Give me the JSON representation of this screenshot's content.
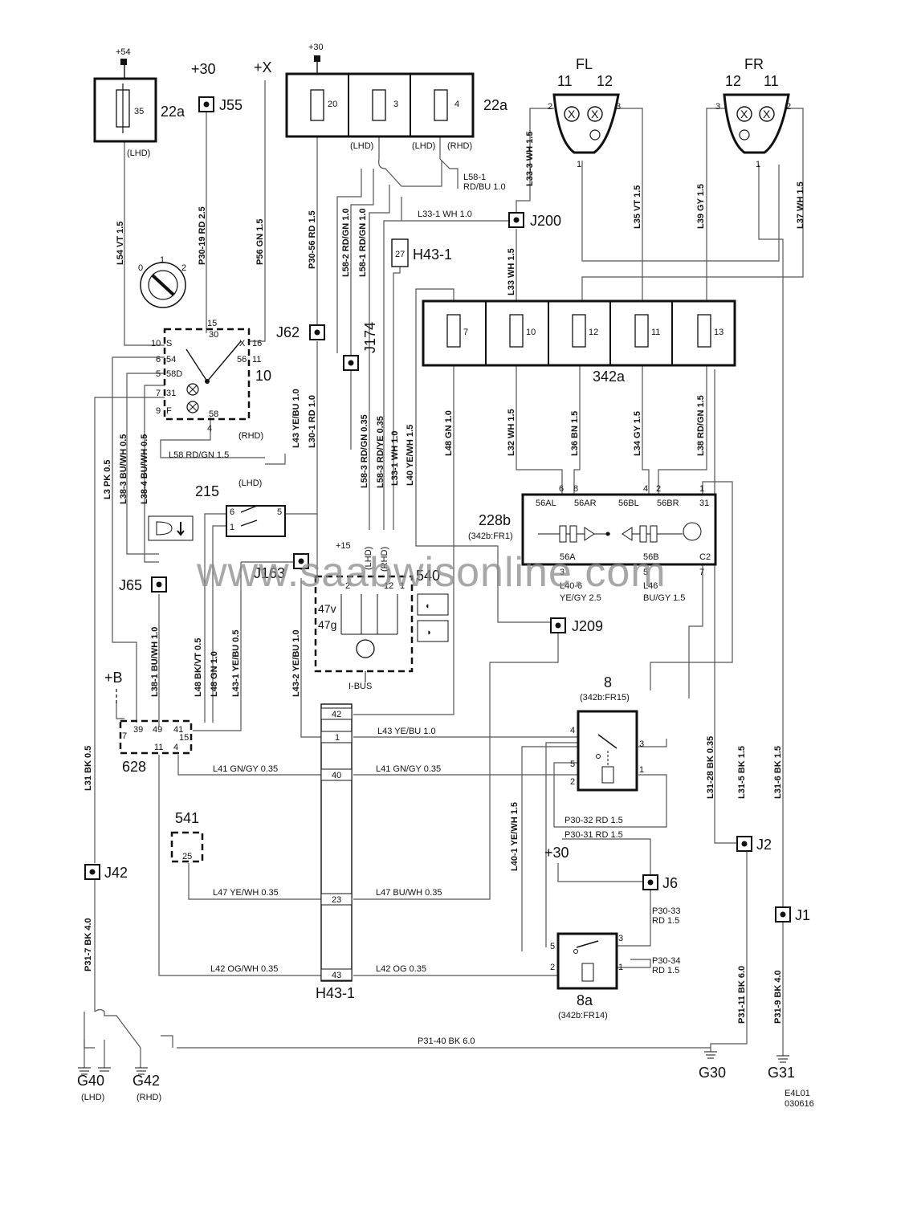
{
  "supplies": {
    "plus54": "+54",
    "plus30_a": "+30",
    "plusX": "+X",
    "plus30_b": "+30",
    "plus15": "+15",
    "plusB": "+B",
    "plus30_c": "+30"
  },
  "components": {
    "fusebox_22a_left": "22a",
    "fusebox_22a_right": "22a",
    "fuse_35": "35",
    "fuse_20": "20",
    "fuse_3": "3",
    "fuse_4": "4",
    "lhd_a": "(LHD)",
    "lhd_b": "(LHD)",
    "rhd_a": "(RHD)",
    "fusebox_342a": "342a",
    "fuse_7": "7",
    "fuse_10": "10",
    "fuse_12": "12",
    "fuse_11": "11",
    "fuse_13": "13",
    "switch_10": "10",
    "switch_215": "215",
    "unit_540": "540",
    "unit_628": "628",
    "unit_541": "541",
    "unit_228b": "228b",
    "unit_228b_ref": "(342b:FR1)",
    "relay_8": "8",
    "relay_8_ref": "(342b:FR15)",
    "relay_8a": "8a",
    "relay_8a_ref": "(342b:FR14)",
    "connector_h43": "H43-1",
    "connector_h43_top": "H43-1",
    "lamp_fl": "FL",
    "lamp_fr": "FR",
    "ibus": "I-BUS"
  },
  "lamp_pins": {
    "fl_11": "11",
    "fl_12": "12",
    "fr_12": "12",
    "fr_11": "11",
    "fl_2": "2",
    "fl_3": "3",
    "fl_1": "1",
    "fr_3": "3",
    "fr_2": "2",
    "fr_1": "1"
  },
  "switch_pins": {
    "p15": "15",
    "p30": "30",
    "p10": "10",
    "s": "S",
    "px": "X",
    "p16": "16",
    "p6": "6",
    "p54": "54",
    "p56": "56",
    "p11": "11",
    "p5": "5",
    "p58d": "58D",
    "p7": "7",
    "p31": "31",
    "p9": "9",
    "f": "F",
    "p58": "58",
    "p4": "4",
    "k0": "0",
    "k1": "1",
    "k2": "2"
  },
  "junctions": {
    "j55": "J55",
    "j200": "J200",
    "j62": "J62",
    "j174": "J174",
    "j163": "J163",
    "j65": "J65",
    "j209": "J209",
    "j42": "J42",
    "j2": "J2",
    "j6": "J6",
    "j1": "J1",
    "h43_27": "27",
    "h43_lbl": "H43-1"
  },
  "wires_v": {
    "l54": "L54 VT 1.5",
    "p30_19": "P30-19 RD 2.5",
    "p56": "P56 GN 1.5",
    "p30_56": "P30-56 RD 1.5",
    "l58_2": "L58-2 RD/GN 1.0",
    "l58_1": "L58-1 RD/GN 1.0",
    "l33_3": "L33-3 WH 1.5",
    "l33": "L33 WH 1.5",
    "l35": "L35 VT 1.5",
    "l39": "L39 GY 1.5",
    "l37": "L37 WH 1.5",
    "l43": "L43 YE/BU 1.0",
    "l30_1": "L30-1 RD 1.0",
    "l58_3a": "L58-3 RD/GN 0.35",
    "l58_3b": "L58-3 RD/YE 0.35",
    "l33_1v": "L33-1 WH 1.0",
    "l40": "L40 YE/WH 1.5",
    "l48": "L48 GN 1.0",
    "l32": "L32 WH 1.5",
    "l36": "L36 BN 1.5",
    "l34": "L34 GY 1.5",
    "l38": "L38 RD/GN 1.5",
    "l3": "L3 PK 0.5",
    "l38_3": "L38-3 BU/WH 0.5",
    "l38_4": "L38-4 BU/WH 0.5",
    "l38_1": "L38-1 BU/WH 1.0",
    "l48a": "L48 BK/VT 0.5",
    "l48b": "L48 GN 1.0",
    "l43_1": "L43-1 YE/BU 0.5",
    "l43_2": "L43-2 YE/BU 1.0",
    "l40_1": "L40-1 YE/WH 1.5",
    "l31": "L31 BK 0.5",
    "p31_7": "P31-7 BK 4.0",
    "l31_28": "L31-28 BK 0.35",
    "l31_5": "L31-5 BK 1.5",
    "l31_6": "L31-6 BK 1.5",
    "p31_11": "P31-11 BK 6.0",
    "p31_9": "P31-9 BK 4.0"
  },
  "wires_h": {
    "l58_1h1": "L58-1",
    "l58_1h2": "RD/BU 1.0",
    "l33_1h": "L33-1 WH 1.0",
    "l58h": "L58 RD/GN 1.5",
    "rhd_b": "(RHD)",
    "lhd_c": "(LHD)",
    "lhd_v": "(LHD)",
    "rhd_v": "(RHD)",
    "l40_6a": "L40-6",
    "l40_6b": "YE/GY 2.5",
    "l46a": "L46",
    "l46b": "BU/GY 1.5",
    "l43_h": "L43 YE/BU 1.0",
    "l41_a": "L41 GN/GY 0.35",
    "l41_b": "L41 GN/GY 0.35",
    "p30_32": "P30-32 RD 1.5",
    "p30_31": "P30-31 RD 1.5",
    "l47_a": "L47 YE/WH 0.35",
    "l47_b": "L47 BU/WH 0.35",
    "p30_33a": "P30-33",
    "p30_33b": "RD 1.5",
    "p30_34a": "P30-34",
    "p30_34b": "RD 1.5",
    "l42_a": "L42 OG/WH 0.35",
    "l42_b": "L42 OG 0.35",
    "p31_40": "P31-40 BK 6.0"
  },
  "module_228b": {
    "p6": "6",
    "p8": "8",
    "p4": "4",
    "p2": "2",
    "p1": "1",
    "t56al": "56AL",
    "t56ar": "56AR",
    "t56bl": "56BL",
    "t56br": "56BR",
    "t31": "31",
    "t56a": "56A",
    "t56b": "56B",
    "tc2": "C2",
    "p3": "3",
    "p5": "5",
    "p7": "7"
  },
  "unit540_labels": {
    "p2": "2",
    "p12": "12",
    "p1": "1",
    "v47": "47v",
    "g47": "47g"
  },
  "unit628_pins": {
    "p7": "7",
    "p39": "39",
    "p49": "49",
    "p41": "41",
    "p15": "15",
    "p11": "11",
    "p4": "4"
  },
  "unit541_pins": {
    "p25": "25"
  },
  "h43_pins": [
    "42",
    "1",
    "40",
    "23",
    "43"
  ],
  "relay8_pins": {
    "p4": "4",
    "p3": "3",
    "p5": "5",
    "p2": "2",
    "p1": "1"
  },
  "relay8a_pins": {
    "p3": "3",
    "p5": "5",
    "p2": "2",
    "p1": "1"
  },
  "grounds": {
    "g40": "G40",
    "g40_sub": "(LHD)",
    "g42": "G42",
    "g42_sub": "(RHD)",
    "g30": "G30",
    "g31": "G31"
  },
  "footer": {
    "code": "E4L01",
    "date": "030616"
  },
  "watermark": "www.saabwisonline.com"
}
